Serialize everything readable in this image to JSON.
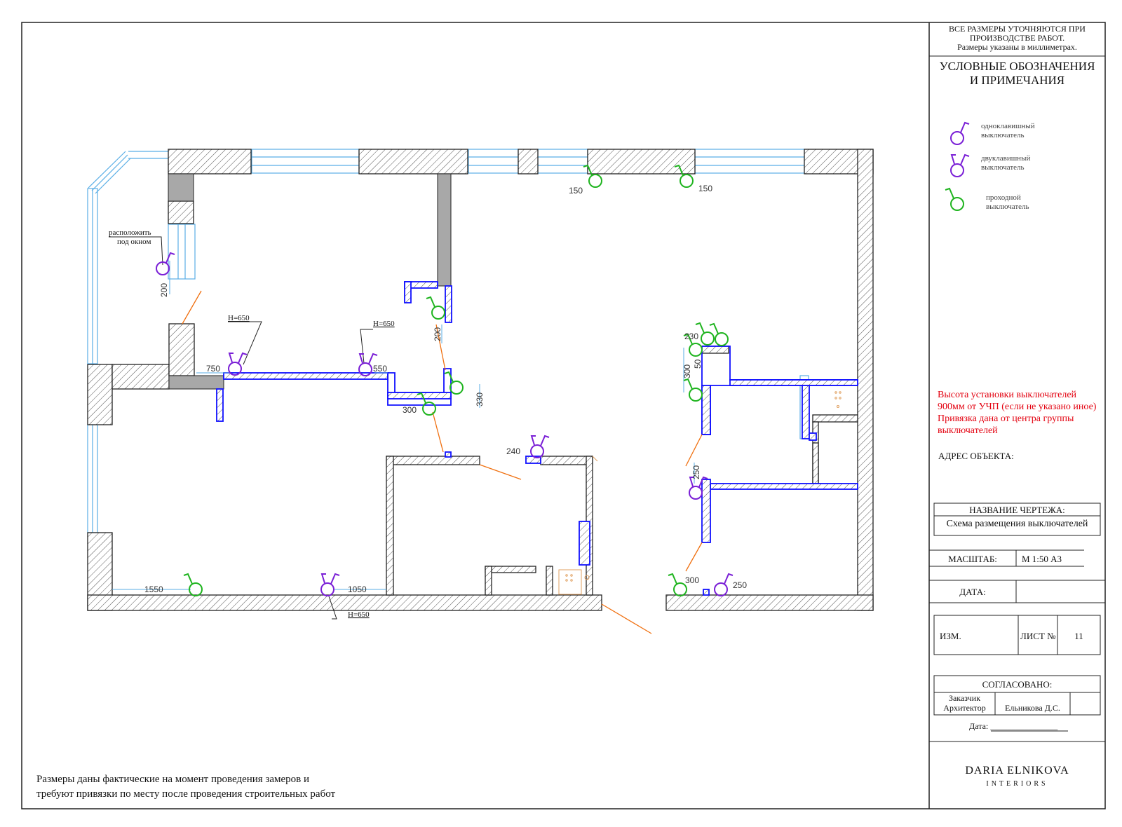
{
  "note_top": {
    "line1": "ВСЕ РАЗМЕРЫ УТОЧНЯЮТСЯ ПРИ",
    "line2": "ПРОИЗВОДСТВЕ РАБОТ.",
    "line3": "Размеры указаны в миллиметрах."
  },
  "legend": {
    "title1": "УСЛОВНЫЕ ОБОЗНАЧЕНИЯ",
    "title2": "И ПРИМЕЧАНИЯ",
    "single_1": "одноклавишный",
    "single_2": "выключатель",
    "double_1": "двуклавишный",
    "double_2": "выключатель",
    "pass_1": "проходной",
    "pass_2": "выключатель"
  },
  "red_note": {
    "l1": "Высота установки выключателей",
    "l2": "900мм от УЧП (если не указано иное)",
    "l3": "Привязка дана от центра группы",
    "l4": "выключателей"
  },
  "address_label": "АДРЕС ОБЪЕКТА:",
  "drawing_name_label": "НАЗВАНИЕ ЧЕРТЕЖА:",
  "drawing_name": "Схема размещения выключателей",
  "scale_label": "МАСШТАБ:",
  "scale_value": "М 1:50 А3",
  "date_label": "ДАТА:",
  "izm_label": "ИЗМ.",
  "sheet_label": "ЛИСТ №",
  "sheet_number": "11",
  "approved": {
    "title": "СОГЛАСОВАНО:",
    "customer": "Заказчик",
    "architect": "Архитектор",
    "architect_name": "Ельникова Д.С.",
    "date_label": "Дата: ________________"
  },
  "brand": {
    "name": "DARIA ELNIKOVA",
    "sub": "INTERIORS"
  },
  "bottom_note": {
    "l1": "Размеры даны фактические на момент проведения замеров и",
    "l2": "требуют привязки по месту после проведения строительных работ"
  },
  "plan_annotations": {
    "place_under_window_1": "расположить",
    "place_under_window_2": "под окном",
    "h650": "Н=650"
  },
  "dimensions": [
    "150",
    "150",
    "200",
    "750",
    "550",
    "200",
    "330",
    "300",
    "240",
    "230",
    "50",
    "300",
    "250",
    "1550",
    "1050",
    "300",
    "250"
  ],
  "colors": {
    "single_switch": "#7a1fd6",
    "pass_switch": "#1fb41f",
    "partition": "#1010ff",
    "window": "#59aee6",
    "leader": "#f07010",
    "note_red": "#e3000f"
  }
}
